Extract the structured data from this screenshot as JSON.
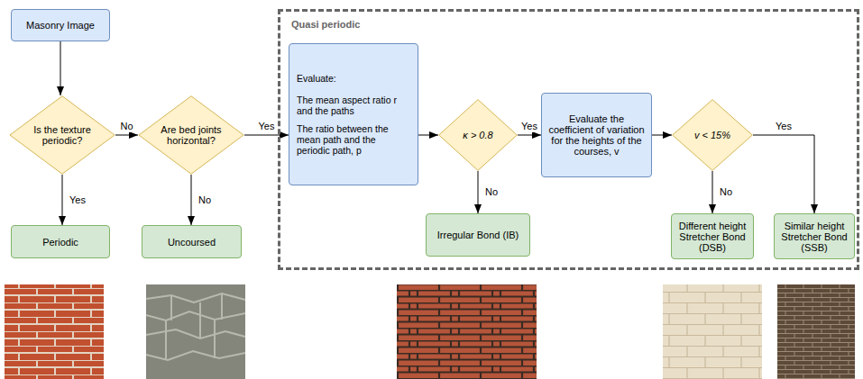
{
  "diagram": {
    "nodes": [
      {
        "text": [
          "Masonry Image"
        ]
      },
      {
        "text": [
          "Is the texture periodic?"
        ]
      },
      {
        "text": [
          "Are bed joints horizontal?"
        ]
      },
      {
        "text": [
          "Periodic"
        ]
      },
      {
        "text": [
          "Uncoursed"
        ]
      },
      {
        "text": [
          "Quasi periodic"
        ]
      },
      {
        "text": [
          "Evaluate:",
          "The mean aspect ratio r and the paths",
          "The ratio between the mean path and the periodic path, p"
        ],
        "in": 5
      },
      {
        "text": [
          "κ > 0.8"
        ],
        "in": 5
      },
      {
        "text": [
          "Evaluate the coefficient of variation for the heights of the courses, v"
        ],
        "in": 5
      },
      {
        "text": [
          "v < 15%"
        ],
        "in": 5
      },
      {
        "text": [
          "Irregular Bond (IB)"
        ],
        "in": 5
      },
      {
        "text": [
          "Different height Stretcher Bond (DSB)"
        ],
        "in": 5
      },
      {
        "text": [
          "Similar height Stretcher Bond (SSB)"
        ],
        "in": 5
      }
    ],
    "edges": [
      {
        "from": 0,
        "to": 1,
        "arrow": "to"
      },
      {
        "from": 1,
        "to": 3,
        "label": "Yes",
        "arrow": "to"
      },
      {
        "from": 1,
        "to": 2,
        "label": "No",
        "arrow": "to"
      },
      {
        "from": 2,
        "to": 4,
        "label": "No",
        "arrow": "to"
      },
      {
        "from": 2,
        "to": 6,
        "label": "Yes",
        "arrow": "to"
      },
      {
        "from": 6,
        "to": 7,
        "arrow": "to"
      },
      {
        "from": 7,
        "to": 10,
        "label": "No",
        "arrow": "to"
      },
      {
        "from": 7,
        "to": 8,
        "label": "Yes",
        "arrow": "to"
      },
      {
        "from": 8,
        "to": 9,
        "arrow": "to"
      },
      {
        "from": 9,
        "to": 11,
        "label": "No",
        "arrow": "to"
      },
      {
        "from": 9,
        "to": 12,
        "label": "Yes",
        "arrow": "to"
      }
    ]
  }
}
